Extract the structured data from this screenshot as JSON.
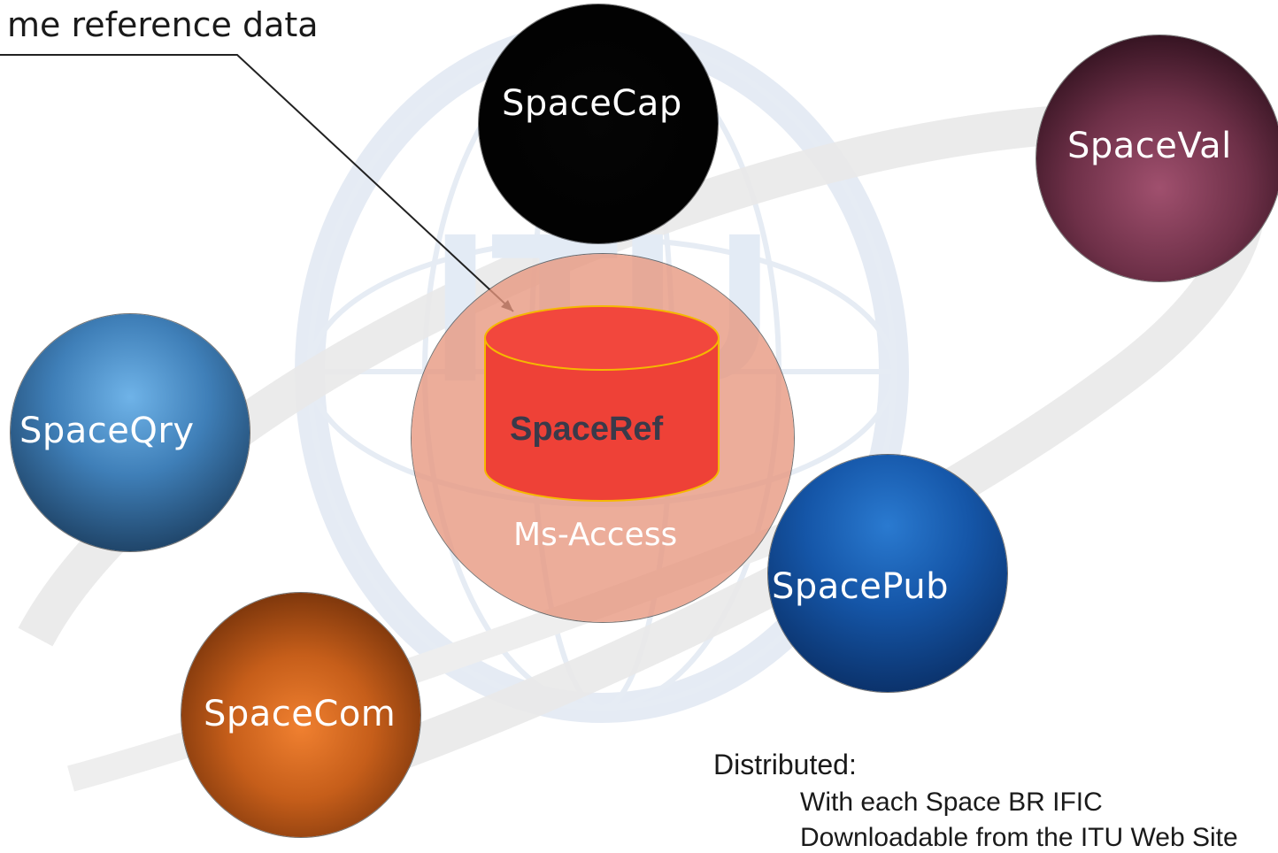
{
  "callout": {
    "text": "me reference data"
  },
  "nodes": {
    "spacecap": "SpaceCap",
    "spaceval": "SpaceVal",
    "spaceqry": "SpaceQry",
    "spaceref": "SpaceRef",
    "msaccess": "Ms-Access",
    "spacepub": "SpacePub",
    "spacecom": "SpaceCom"
  },
  "watermark": {
    "text": "ITU"
  },
  "distribution": {
    "heading": "Distributed:",
    "items": [
      "With each Space BR IFIC",
      "Downloadable from the ITU Web Site"
    ]
  },
  "colors": {
    "spacecap": "#000000",
    "spaceval": "#7a3a55",
    "spaceqry": "#3f7fb8",
    "spacepub": "#1556a8",
    "spacecom": "#c65e1a",
    "spaceref_halo": "#e7967d",
    "cylinder": "#f0453a",
    "cylinder_outline": "#f5b800"
  }
}
